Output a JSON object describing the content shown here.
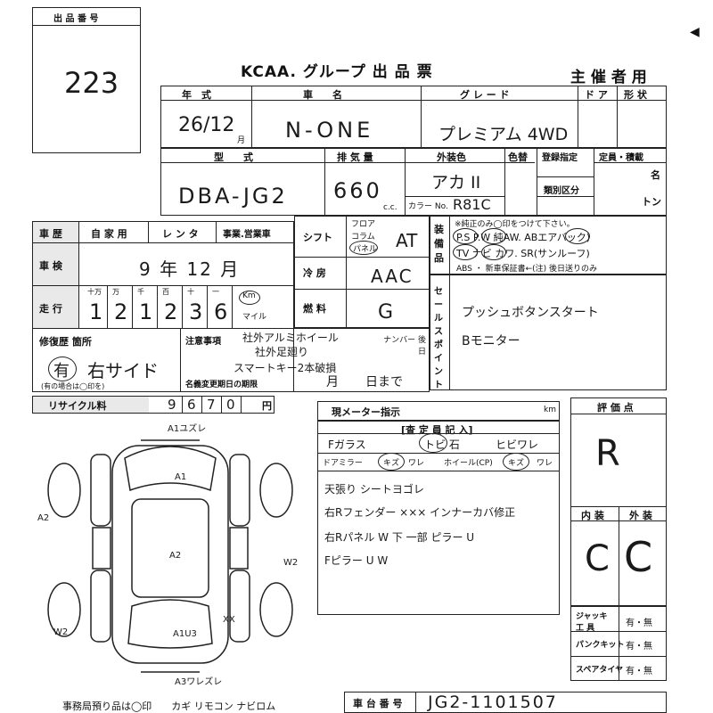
{
  "lot": {
    "label": "出 品 番 号",
    "number": "223"
  },
  "header": {
    "title": "KCAA. グループ 出 品 票",
    "organizer": "主 催 者 用"
  },
  "row1": {
    "labels": {
      "year": "年　式",
      "model": "車　　名",
      "grade": "グ レ ー ド",
      "doors": "ド ア",
      "shape": "形 状"
    },
    "year": "26/12",
    "year_unit": "月",
    "model": "N-ONE",
    "grade": "プレミアム 4WD"
  },
  "row2": {
    "labels": {
      "type": "型　　式",
      "displacement": "排 気 量",
      "ext_color": "外装色",
      "color_change": "色替",
      "reg_type": "登録指定",
      "capacity": "定員・積載",
      "seats_unit": "名",
      "tonnage_unit": "トン",
      "classification": "類別区分",
      "color_no": "カラー No."
    },
    "type": "DBA-JG2",
    "displacement": "660",
    "cc": "c.c.",
    "ext_color": "アカ II",
    "color_no": "R81C"
  },
  "history": {
    "labels": {
      "history": "車 歴",
      "private": "自 家 用",
      "rental": "レ ン タ",
      "business": "事業.営業車",
      "inspection": "車 検",
      "mileage": "走 行",
      "repair": "修復歴 箇所",
      "repair_note": "(有の場合は◯印を)",
      "recycle": "リサイクル料",
      "yen": "円"
    },
    "inspection": "9 年 12 月",
    "digit_heads": [
      "十万",
      "万",
      "千",
      "百",
      "十",
      "一"
    ],
    "mileage_digits": [
      "1",
      "2",
      "1",
      "2",
      "3",
      "6"
    ],
    "km_label": "Km",
    "mile_label": "マイル",
    "repair_value": "有",
    "repair_location": "右サイド",
    "recycle_digits": [
      "9",
      "6",
      "7",
      "0"
    ]
  },
  "specs": {
    "labels": {
      "shift": "シフト",
      "floor": "フロア",
      "column": "コラム",
      "panel": "パネル",
      "aircon": "冷 房",
      "fuel": "燃 料"
    },
    "shift": "AT",
    "aircon": "AAC",
    "fuel": "G"
  },
  "equipment": {
    "label": "装 備 品",
    "note": "※純正のみ◯印をつけて下さい。",
    "line1": "P.S  P.W  純AW.  ABエアバック)",
    "line2": "TV  ナビ  カワ. SR(サンルーフ)",
    "line3": "ABS ・ 新車保証書←(注) 後日送りのみ"
  },
  "notes": {
    "label": "注意事項",
    "lines": [
      "社外アルミホイール",
      "社外足廻り",
      "スマートキー2本破損"
    ],
    "plate": "ナンバー 後日",
    "expiry_label": "名義変更期日の期限",
    "month": "月",
    "day": "日まで"
  },
  "sales_points": {
    "label": "セールスポイント",
    "lines": [
      "プッシュボタンスタート",
      "Bモニター"
    ]
  },
  "meter": {
    "label": "現メーター指示",
    "unit": "km"
  },
  "inspector": {
    "label": "[査 定 員 記 入]",
    "row1": [
      "Fガラス",
      "トビ 石",
      "ヒビワレ"
    ],
    "row2": [
      "ドアミラー",
      "キズ",
      "ワレ",
      "ホイール(CP)",
      "キズ",
      "ワレ"
    ],
    "lines": [
      "天張り シートヨゴレ",
      "右Rフェンダー ××× インナーカバ修正",
      "右Rパネル W 下 一部 ピラー U",
      "Fピラー U W"
    ]
  },
  "rating": {
    "label": "評 価 点",
    "score": "R",
    "interior_label": "内 装",
    "exterior_label": "外 装",
    "interior": "C",
    "exterior": "C"
  },
  "tools": {
    "jack": "ジャッキ 工 具",
    "puncture": "パンクキット",
    "spare": "スペアタイヤ",
    "yesno": "有・無"
  },
  "footer": {
    "items": "事務局預り品は◯印　　カギ  リモコン  ナビロム",
    "chassis_label": "車 台 番 号",
    "chassis": "JG2-1101507"
  },
  "diagram": {
    "marks": [
      "A1ユズレ",
      "A1",
      "A2",
      "A2",
      "XX",
      "W2",
      "W2",
      "A1U3",
      "A3ワレズレ"
    ]
  }
}
